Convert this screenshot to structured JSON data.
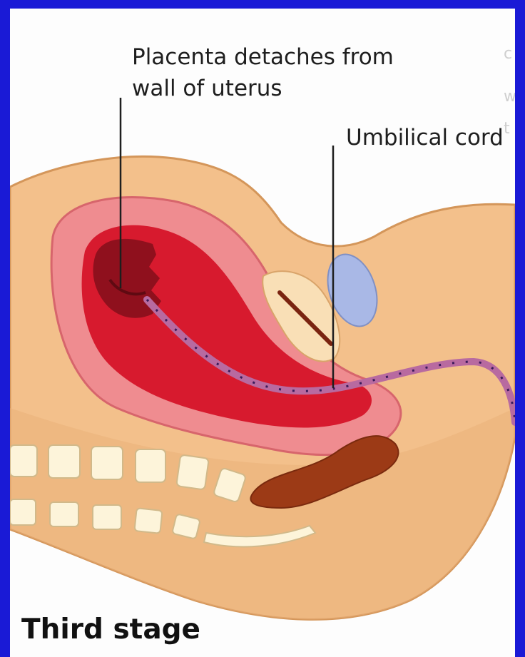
{
  "labels": {
    "placenta_line1": "Placenta detaches from",
    "placenta_line2": "wall of uterus",
    "umbilical_cord": "Umbilical cord"
  },
  "caption": "Third stage",
  "colors": {
    "frame": "#1a1ad6",
    "panel": "#fdfdfd",
    "body_skin": "#f2c08a",
    "uterus_wall": "#ef8a8e",
    "uterus_cavity": "#d41a2c",
    "placenta": "#8c0e1a",
    "cord": "#b86aa0",
    "bladder": "#a9b8e6",
    "rectum": "#9c3a16",
    "vertebrae": "#fdf4da"
  }
}
